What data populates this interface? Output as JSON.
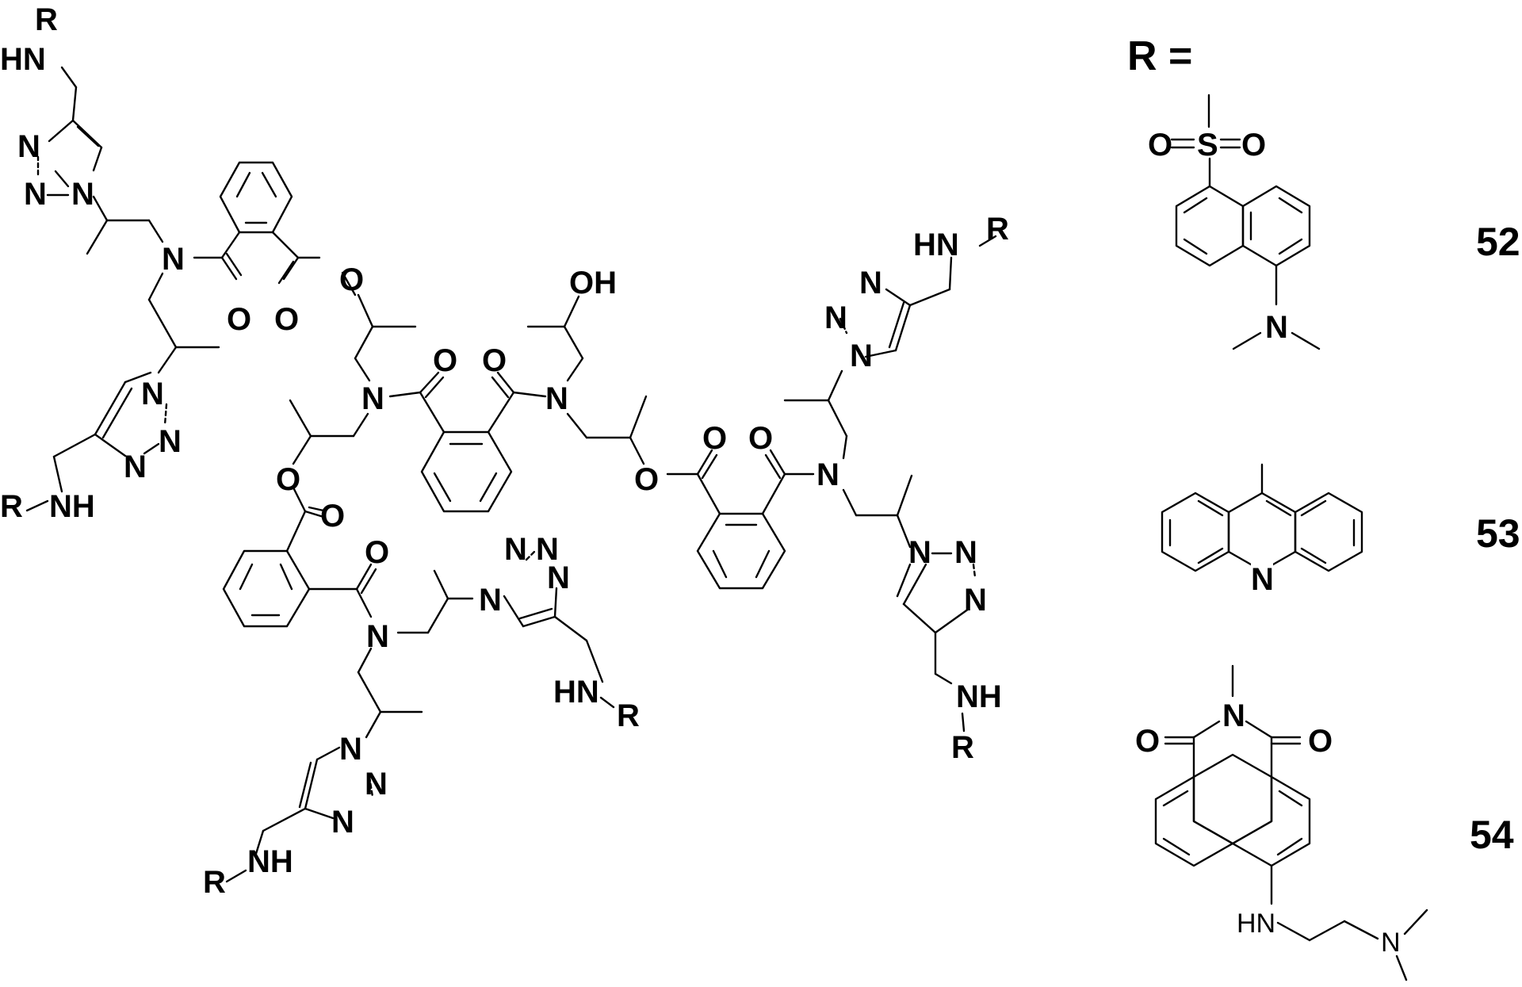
{
  "r_definition": "R =",
  "compounds": [
    {
      "number": "52"
    },
    {
      "number": "53"
    },
    {
      "number": "54"
    }
  ],
  "dendrimer_atoms": {
    "N": "N",
    "O": "O",
    "OH": "OH",
    "HN": "HN",
    "NH": "NH",
    "R": "R"
  },
  "substituent_atoms": {
    "S": "S",
    "O": "O",
    "N": "N",
    "HN": "HN"
  }
}
